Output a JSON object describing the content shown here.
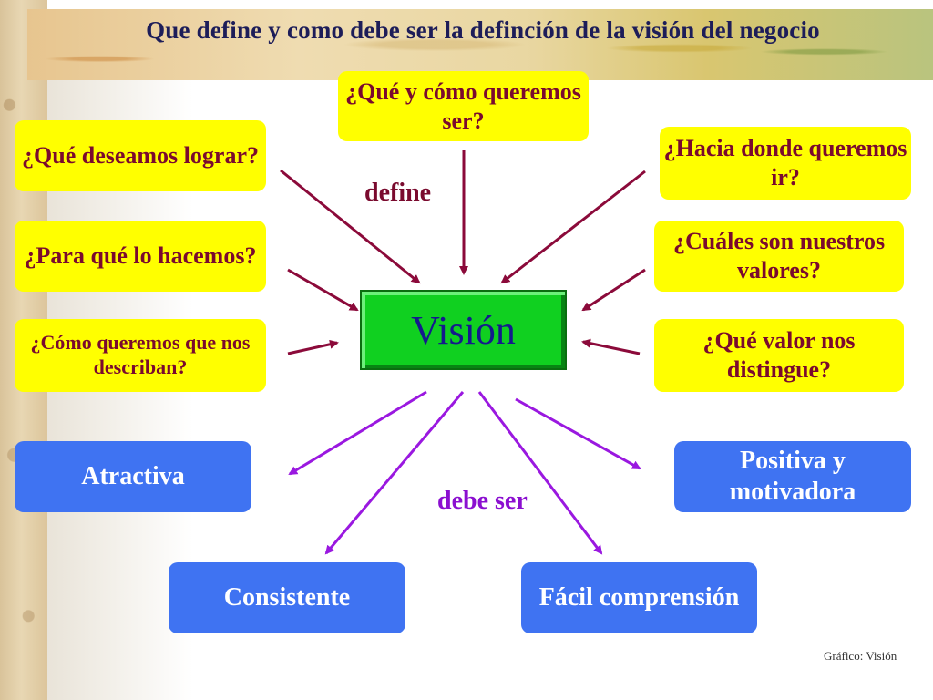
{
  "title": "Que define y como debe ser la definción de la visión del negocio",
  "center": "Visión",
  "labels": {
    "define": "define",
    "debe_ser": "debe ser"
  },
  "questions": [
    "¿Qué y cómo queremos ser?",
    "¿Qué deseamos lograr?",
    "¿Hacia donde queremos ir?",
    "¿Para qué lo hacemos?",
    "¿Cuáles son nuestros valores?",
    "¿Cómo queremos que nos describan?",
    "¿Qué valor nos distingue?"
  ],
  "attributes": [
    "Atractiva",
    "Positiva y motivadora",
    "Consistente",
    "Fácil comprensión"
  ],
  "credit": "Gráfico: Visión",
  "colors": {
    "question_bg": "#ffff00",
    "question_text": "#7a0a2e",
    "attribute_bg": "#3f73f2",
    "center_bg": "#10d020",
    "define_arrow": "#8b0a3a",
    "debe_arrow": "#9a18e0"
  }
}
